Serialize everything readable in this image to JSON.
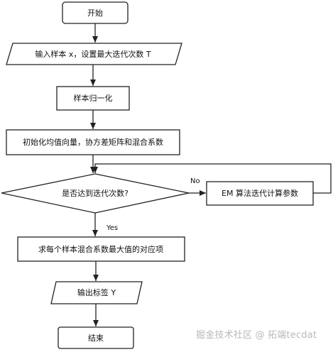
{
  "nodes": {
    "start": "开始",
    "input": "输入样本 x，设置最大迭代次数 T",
    "normalize": "样本归一化",
    "init": "初始化均值向量，协方差矩阵和混合系数",
    "decision": "是否达到迭代次数?",
    "em": "EM 算法迭代计算参数",
    "compute": "求每个样本混合系数最大值的对应项",
    "output": "输出标签 Y",
    "end": "结束"
  },
  "edges": {
    "no_label": "No",
    "yes_label": "Yes"
  },
  "watermark": "掘金技术社区 @ 拓端tecdat"
}
